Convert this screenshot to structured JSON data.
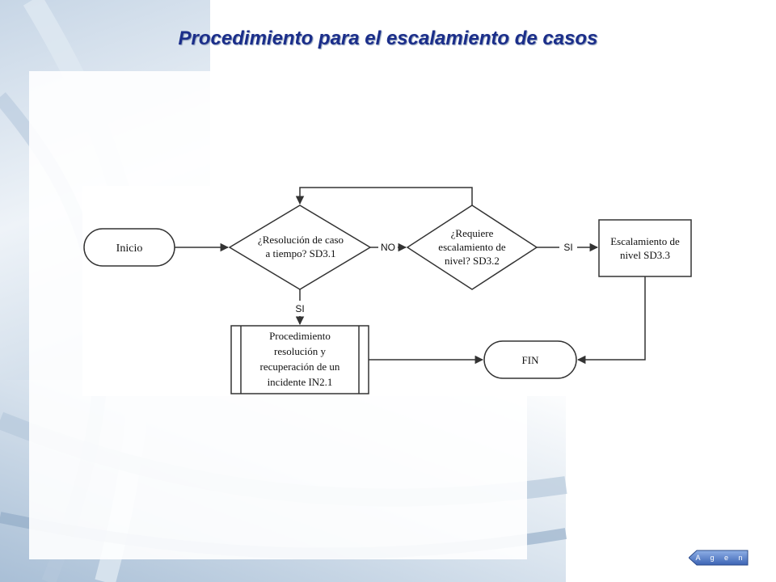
{
  "slide": {
    "title": "Procedimiento para el escalamiento de casos"
  },
  "diagram": {
    "nodes": {
      "start": "Inicio",
      "decision1": [
        "¿Resolución de caso",
        "a tiempo? SD3.1"
      ],
      "decision2": [
        "¿Requiere",
        "escalamiento de",
        "nivel? SD3.2"
      ],
      "process_escalation": [
        "Escalamiento de",
        "nivel SD3.3"
      ],
      "subprocess": [
        "Procedimiento",
        "resolución y",
        "recuperación de un",
        "incidente IN2.1"
      ],
      "end": "FIN"
    },
    "edge_labels": {
      "d1_no": "NO",
      "d1_si": "SI",
      "d2_si": "SI"
    }
  },
  "navigation": {
    "agenda_label": "A g e n d a"
  },
  "colors": {
    "title": "#1b2e8a",
    "agenda_button": "#3c64b4"
  }
}
